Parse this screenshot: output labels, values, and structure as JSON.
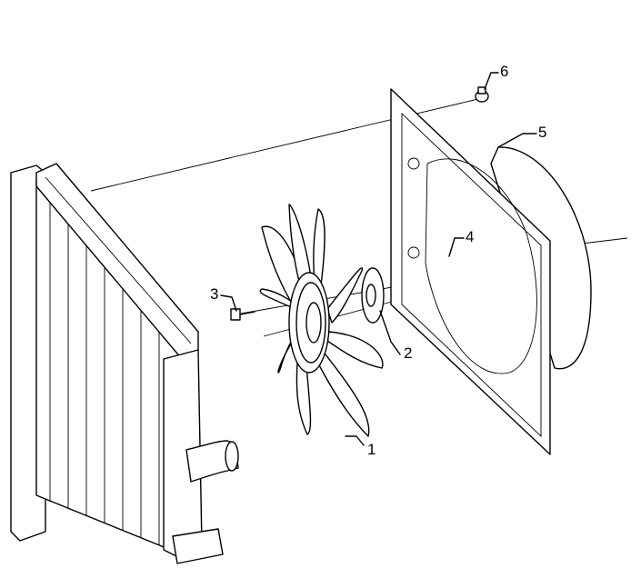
{
  "callouts": {
    "fan": "1",
    "spacer": "2",
    "bolt": "3",
    "nut": "4",
    "shroud": "5",
    "clip": "6"
  },
  "parts": [
    {
      "icon": "radiator-icon"
    },
    {
      "icon": "fan-blade-icon"
    },
    {
      "icon": "fan-spacer-icon"
    },
    {
      "icon": "bolt-icon"
    },
    {
      "icon": "nut-icon"
    },
    {
      "icon": "fan-shroud-icon"
    },
    {
      "icon": "clip-icon"
    }
  ]
}
